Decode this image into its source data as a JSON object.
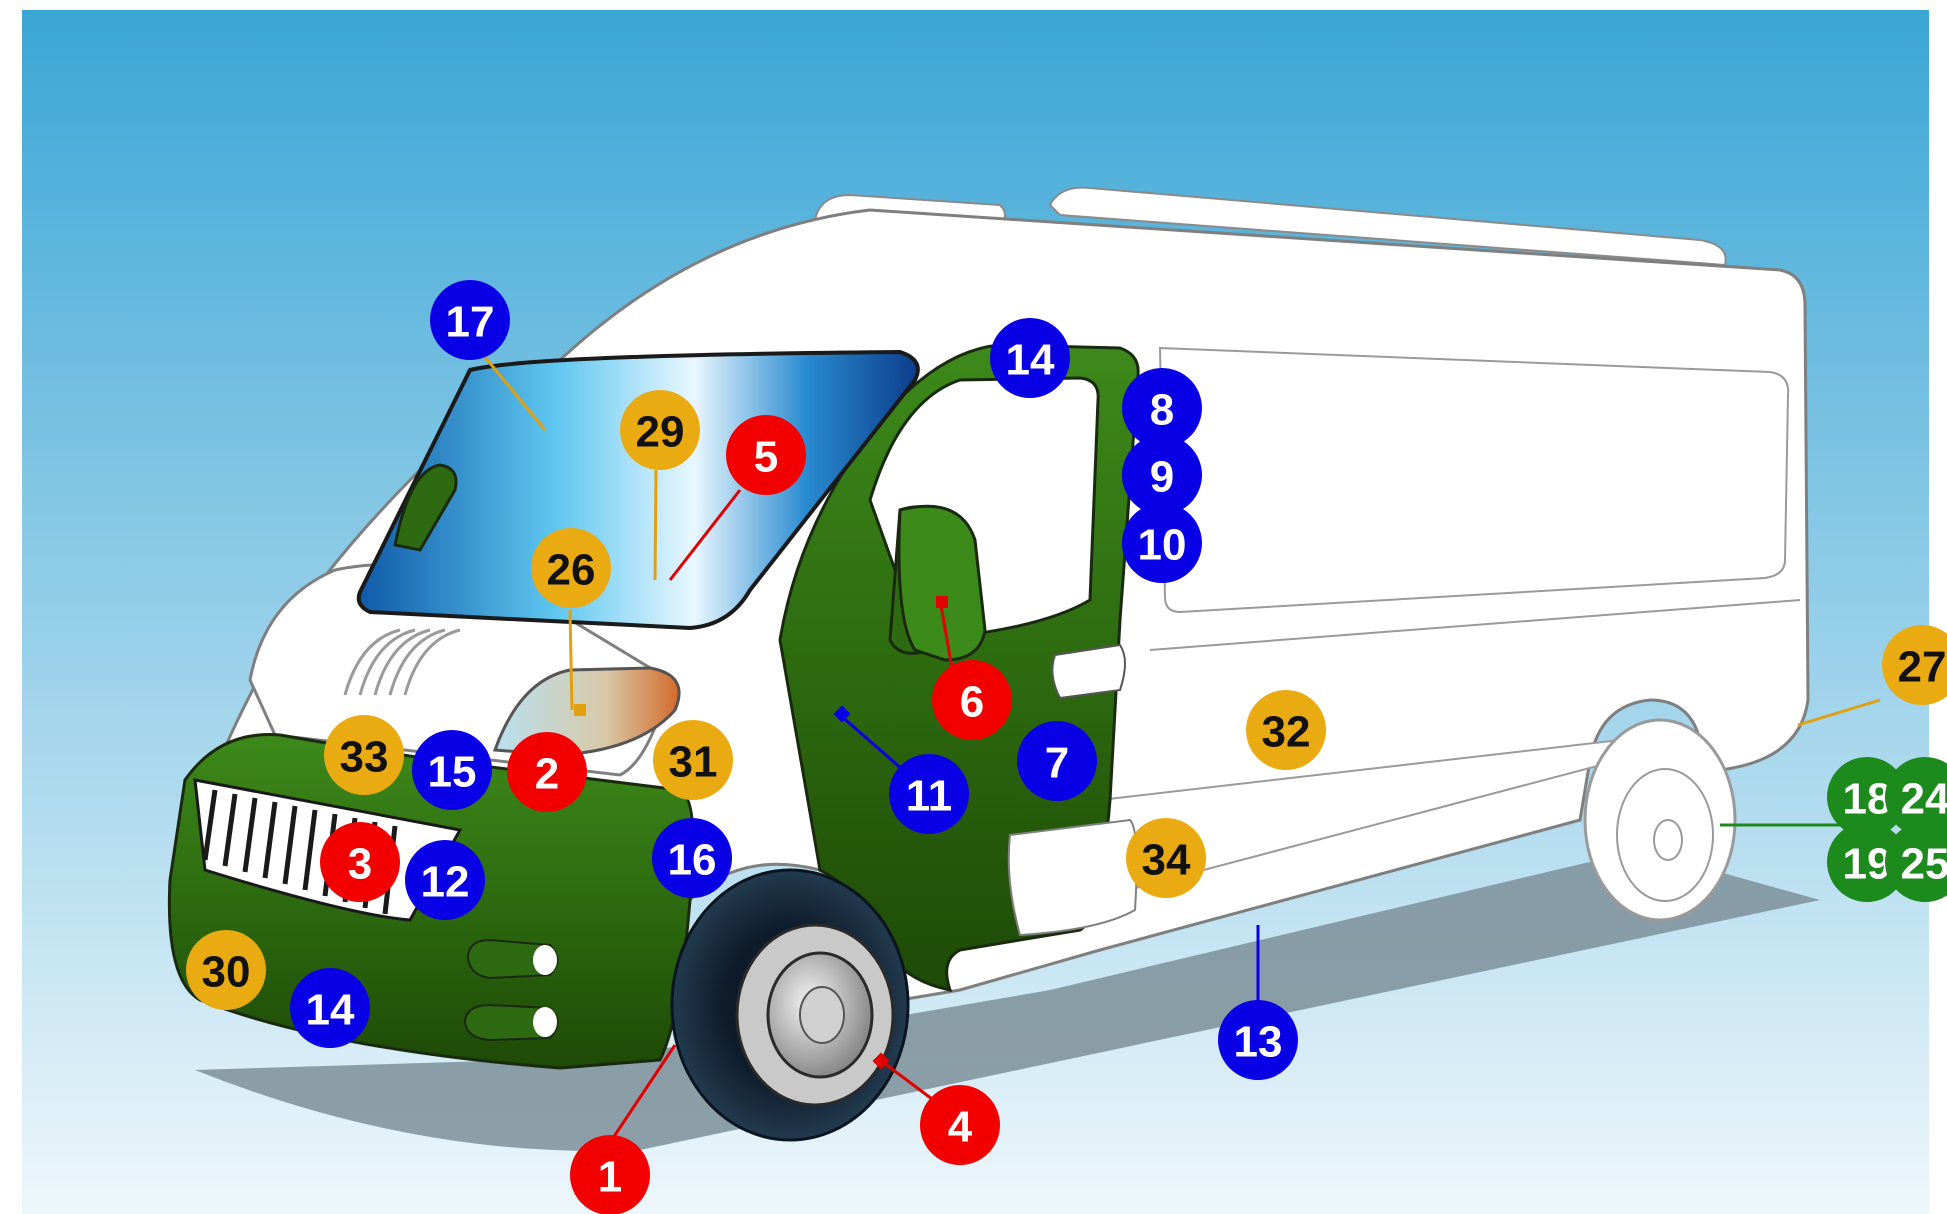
{
  "colors": {
    "red": "#f20000",
    "blue": "#0a00e6",
    "orange": "#eaaa12",
    "green": "#1c8a1c",
    "body_green": "#2f6a10",
    "sky_top": "#3aa6d6",
    "sky_bottom": "#eef7fb"
  },
  "markers": [
    {
      "id": "marker-1",
      "label": "1",
      "color": "red"
    },
    {
      "id": "marker-2",
      "label": "2",
      "color": "red"
    },
    {
      "id": "marker-3",
      "label": "3",
      "color": "red"
    },
    {
      "id": "marker-4",
      "label": "4",
      "color": "red"
    },
    {
      "id": "marker-5",
      "label": "5",
      "color": "red"
    },
    {
      "id": "marker-6",
      "label": "6",
      "color": "red"
    },
    {
      "id": "marker-7",
      "label": "7",
      "color": "blue"
    },
    {
      "id": "marker-8",
      "label": "8",
      "color": "blue"
    },
    {
      "id": "marker-9",
      "label": "9",
      "color": "blue"
    },
    {
      "id": "marker-10",
      "label": "10",
      "color": "blue"
    },
    {
      "id": "marker-11",
      "label": "11",
      "color": "blue"
    },
    {
      "id": "marker-12",
      "label": "12",
      "color": "blue"
    },
    {
      "id": "marker-13",
      "label": "13",
      "color": "blue"
    },
    {
      "id": "marker-14-door",
      "label": "14",
      "color": "blue"
    },
    {
      "id": "marker-14-bumper",
      "label": "14",
      "color": "blue"
    },
    {
      "id": "marker-15",
      "label": "15",
      "color": "blue"
    },
    {
      "id": "marker-16",
      "label": "16",
      "color": "blue"
    },
    {
      "id": "marker-17",
      "label": "17",
      "color": "blue"
    },
    {
      "id": "marker-18",
      "label": "18",
      "color": "green"
    },
    {
      "id": "marker-19",
      "label": "19",
      "color": "green"
    },
    {
      "id": "marker-24",
      "label": "24",
      "color": "green"
    },
    {
      "id": "marker-25",
      "label": "25",
      "color": "green"
    },
    {
      "id": "marker-26",
      "label": "26",
      "color": "orange"
    },
    {
      "id": "marker-27",
      "label": "27",
      "color": "orange"
    },
    {
      "id": "marker-29",
      "label": "29",
      "color": "orange"
    },
    {
      "id": "marker-30",
      "label": "30",
      "color": "orange"
    },
    {
      "id": "marker-31",
      "label": "31",
      "color": "orange"
    },
    {
      "id": "marker-32",
      "label": "32",
      "color": "orange"
    },
    {
      "id": "marker-33",
      "label": "33",
      "color": "orange"
    },
    {
      "id": "marker-34",
      "label": "34",
      "color": "orange"
    }
  ]
}
